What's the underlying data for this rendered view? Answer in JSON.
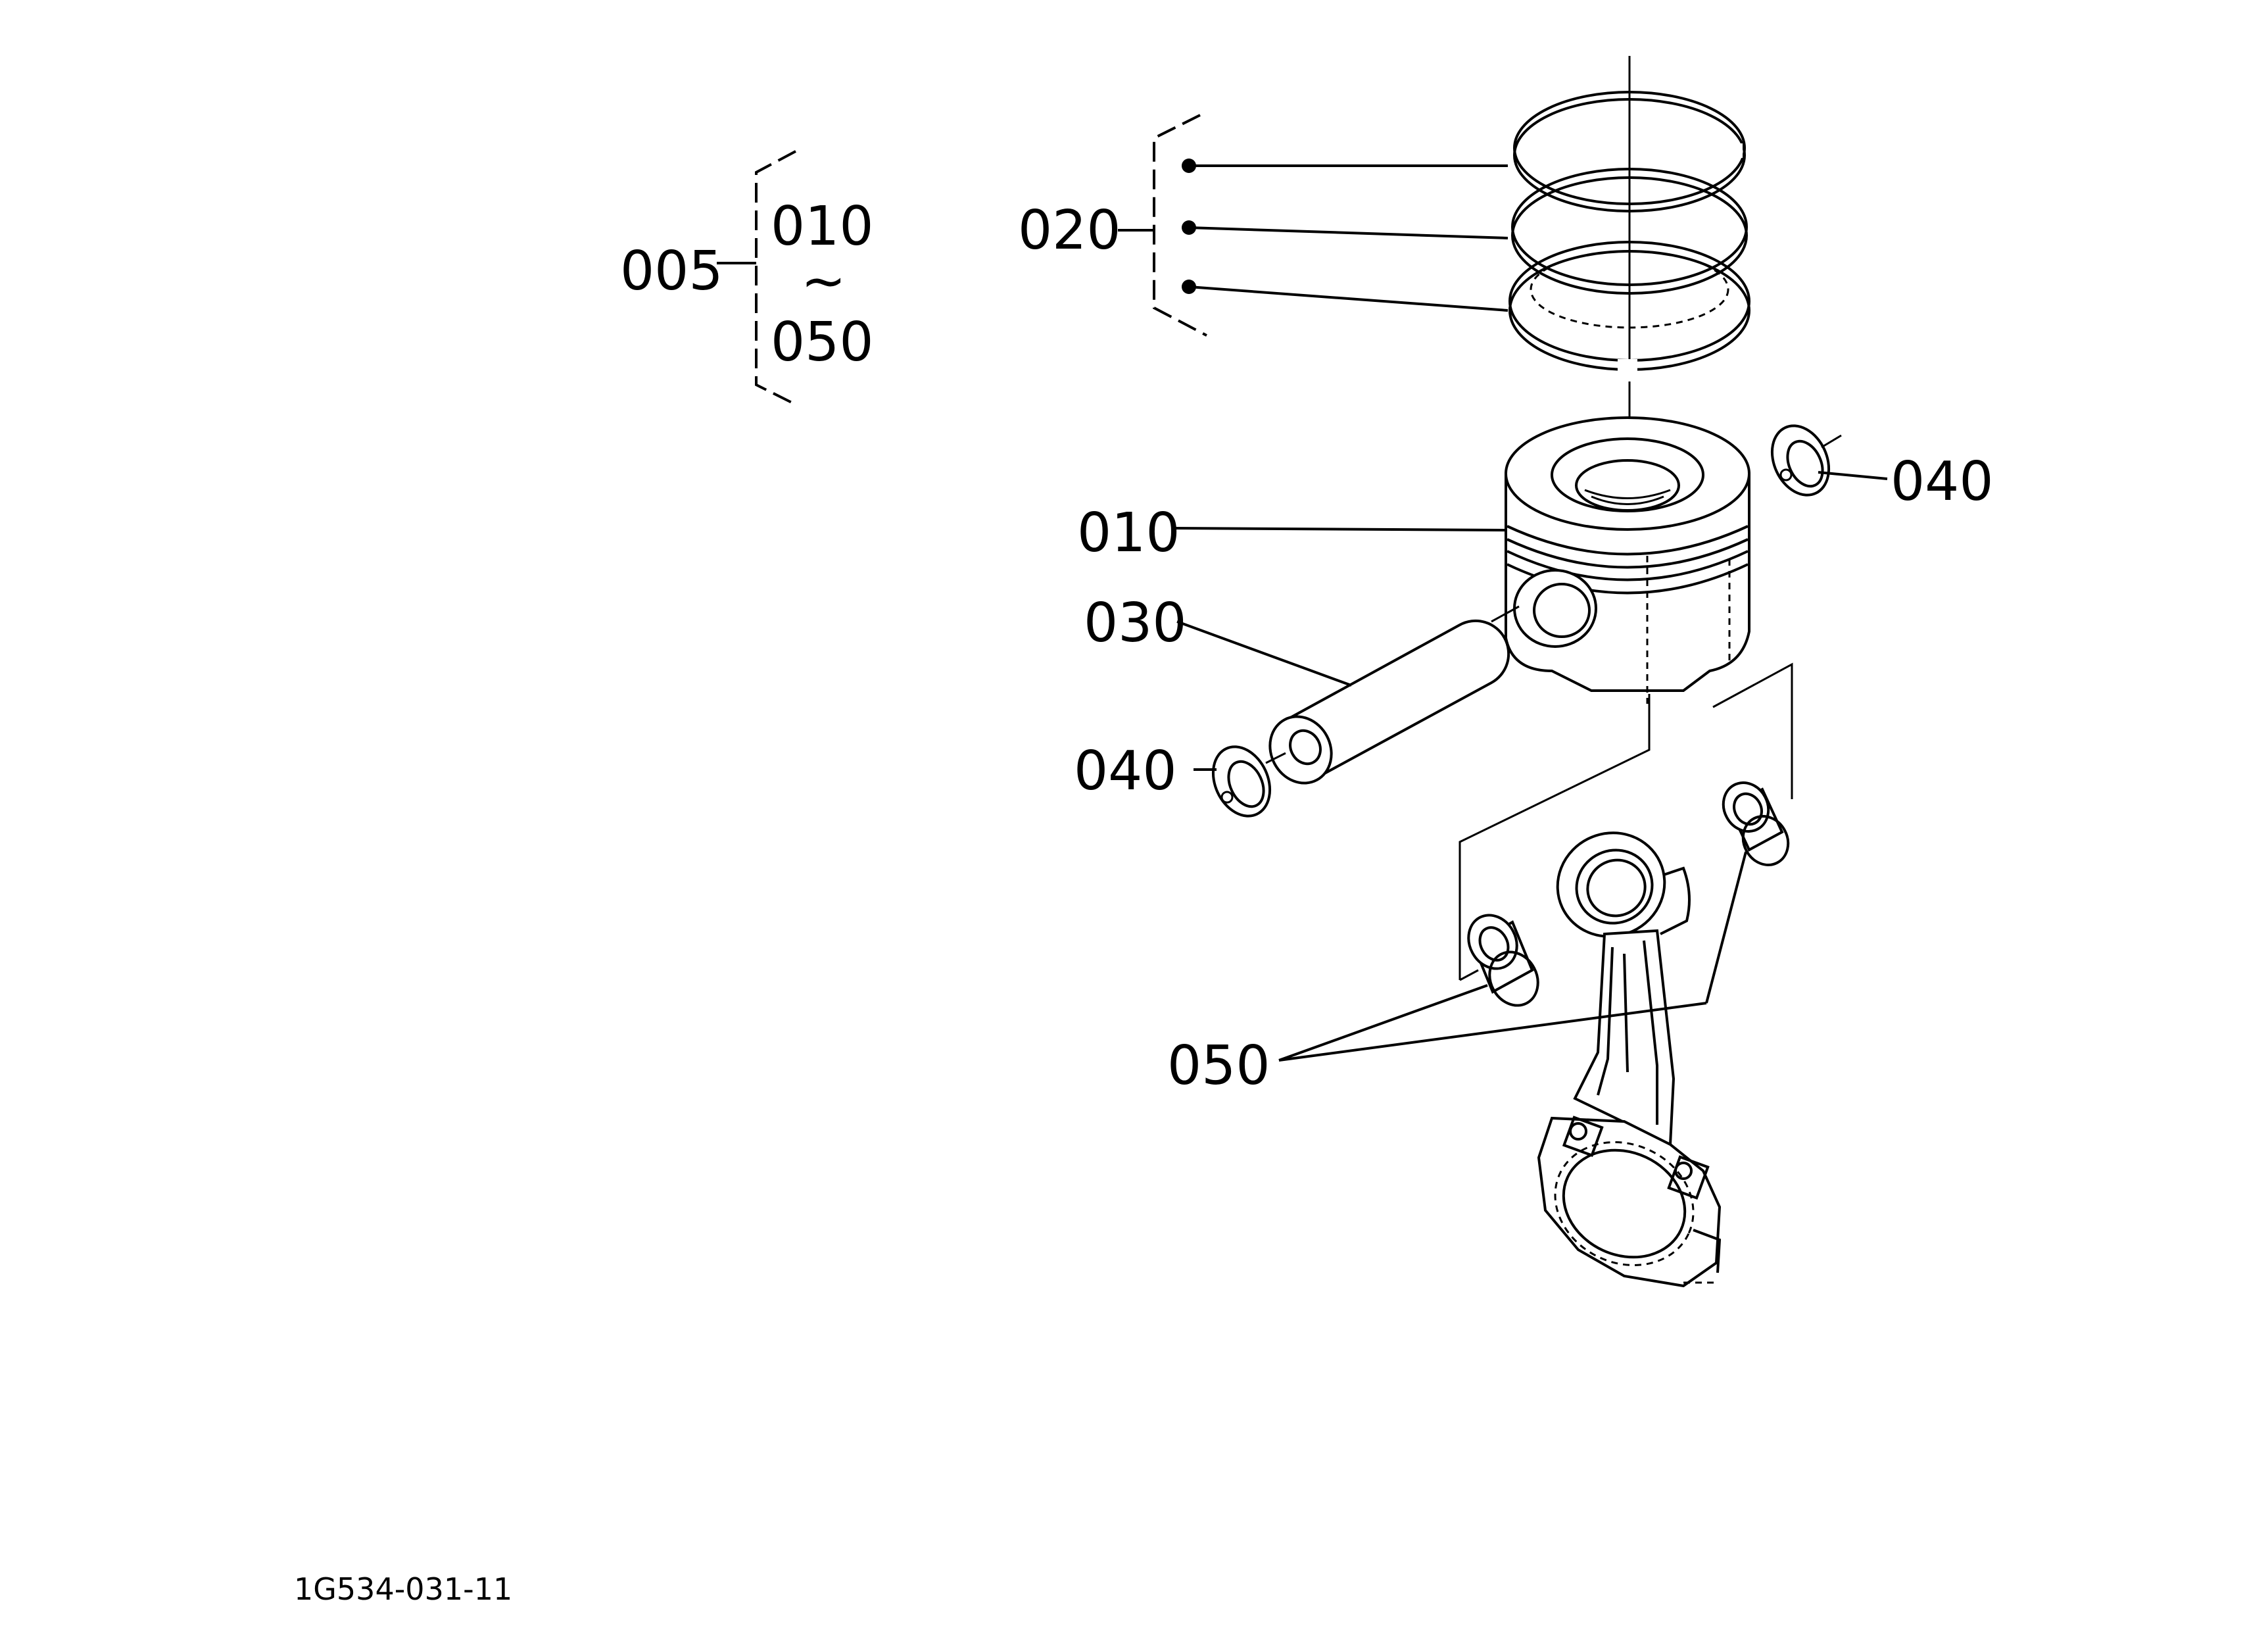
{
  "labels": {
    "assembly": "005",
    "range_start": "010",
    "range_sep": "~",
    "range_end": "050",
    "rings": "020",
    "piston": "010",
    "pin": "030",
    "clip_right": "040",
    "clip_left": "040",
    "bushing": "050"
  },
  "drawing_code": "1G534-031-11"
}
